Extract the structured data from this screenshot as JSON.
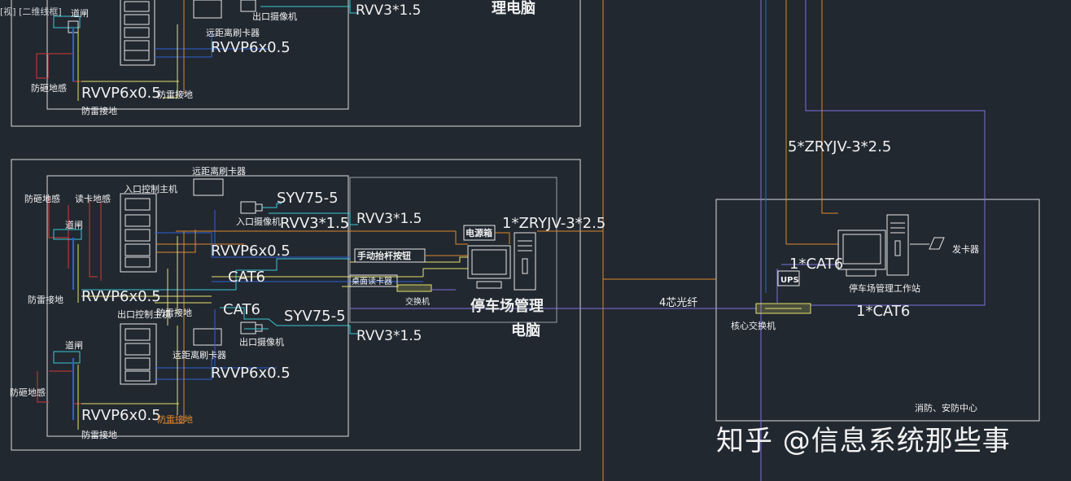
{
  "viewport": {
    "view_tab": "[视] [二维线框]"
  },
  "top_panel": {
    "barrier": "道闸",
    "loop_detector": "防砸地感",
    "grounding_1": "防雷接地",
    "grounding_2": "防雷接地",
    "long_range_reader": "远距离刷卡器",
    "exit_camera": "出口摄像机",
    "cable_rvv": "RVV3*1.5",
    "cable_rvvp_a": "RVVP6x0.5",
    "cable_rvvp_b": "RVVP6x0.5",
    "pc_label_tail": "理电脑"
  },
  "main_panel": {
    "entry_reader": "远距离刷卡器",
    "entry_controller": "入口控制主机",
    "read_loop": "读卡地感",
    "anti_smash_loop": "防砸地感",
    "entry_barrier": "道闸",
    "entry_ground": "防雷接地",
    "entry_camera": "入口摄像机",
    "cable_syv_entry": "SYV75-5",
    "cable_rvv_entry": "RVV3*1.5",
    "cable_rvv_pc": "RVV3*1.5",
    "cable_rvvp_entry": "RVVP6x0.5",
    "cable_rvvp_loop": "RVVP6x0.5",
    "cable_cat6_a": "CAT6",
    "cable_cat6_b": "CAT6",
    "power_box": "电源箱",
    "manual_button": "手动抬杆按钮",
    "desktop_reader": "桌面读卡器",
    "switch": "交换机",
    "pc_name_1": "停车场管理",
    "pc_name_2": "电脑",
    "cable_zryjv": "1*ZRYJV-3*2.5",
    "exit_controller": "出口控制主机",
    "exit_ground_top": "防雷接地",
    "exit_barrier": "道闸",
    "exit_loop": "防砸地感",
    "exit_reader": "远距离刷卡器",
    "exit_camera": "出口摄像机",
    "cable_syv_exit": "SYV75-5",
    "cable_rvv_exit": "RVV3*1.5",
    "cable_rvvp_exit": "RVVP6x0.5",
    "cable_rvvp_exit_loop": "RVVP6x0.5",
    "exit_ground_a": "防雷接地",
    "exit_ground_b": "防雷接地"
  },
  "control_center": {
    "cable_power": "5*ZRYJV-3*2.5",
    "cable_cat6_ups": "1*CAT6",
    "ups": "UPS",
    "workstation": "停车场管理工作站",
    "card_issuer": "发卡器",
    "core_switch": "核心交换机",
    "cable_cat6_core": "1*CAT6",
    "fiber": "4芯光纤",
    "room_name": "消防、安防中心"
  },
  "watermark": "知乎 @信息系统那些事",
  "colors": {
    "background": "#212830",
    "frame": "#e6e6e6",
    "orange_line": "#e0892c",
    "blue_line": "#2e5fd6",
    "purple_line": "#8a7ee0",
    "yellow_line": "#e8e06a",
    "red_line": "#d33a3a",
    "cyan_line": "#3cc9d6",
    "white_text": "#f0f0f0"
  }
}
